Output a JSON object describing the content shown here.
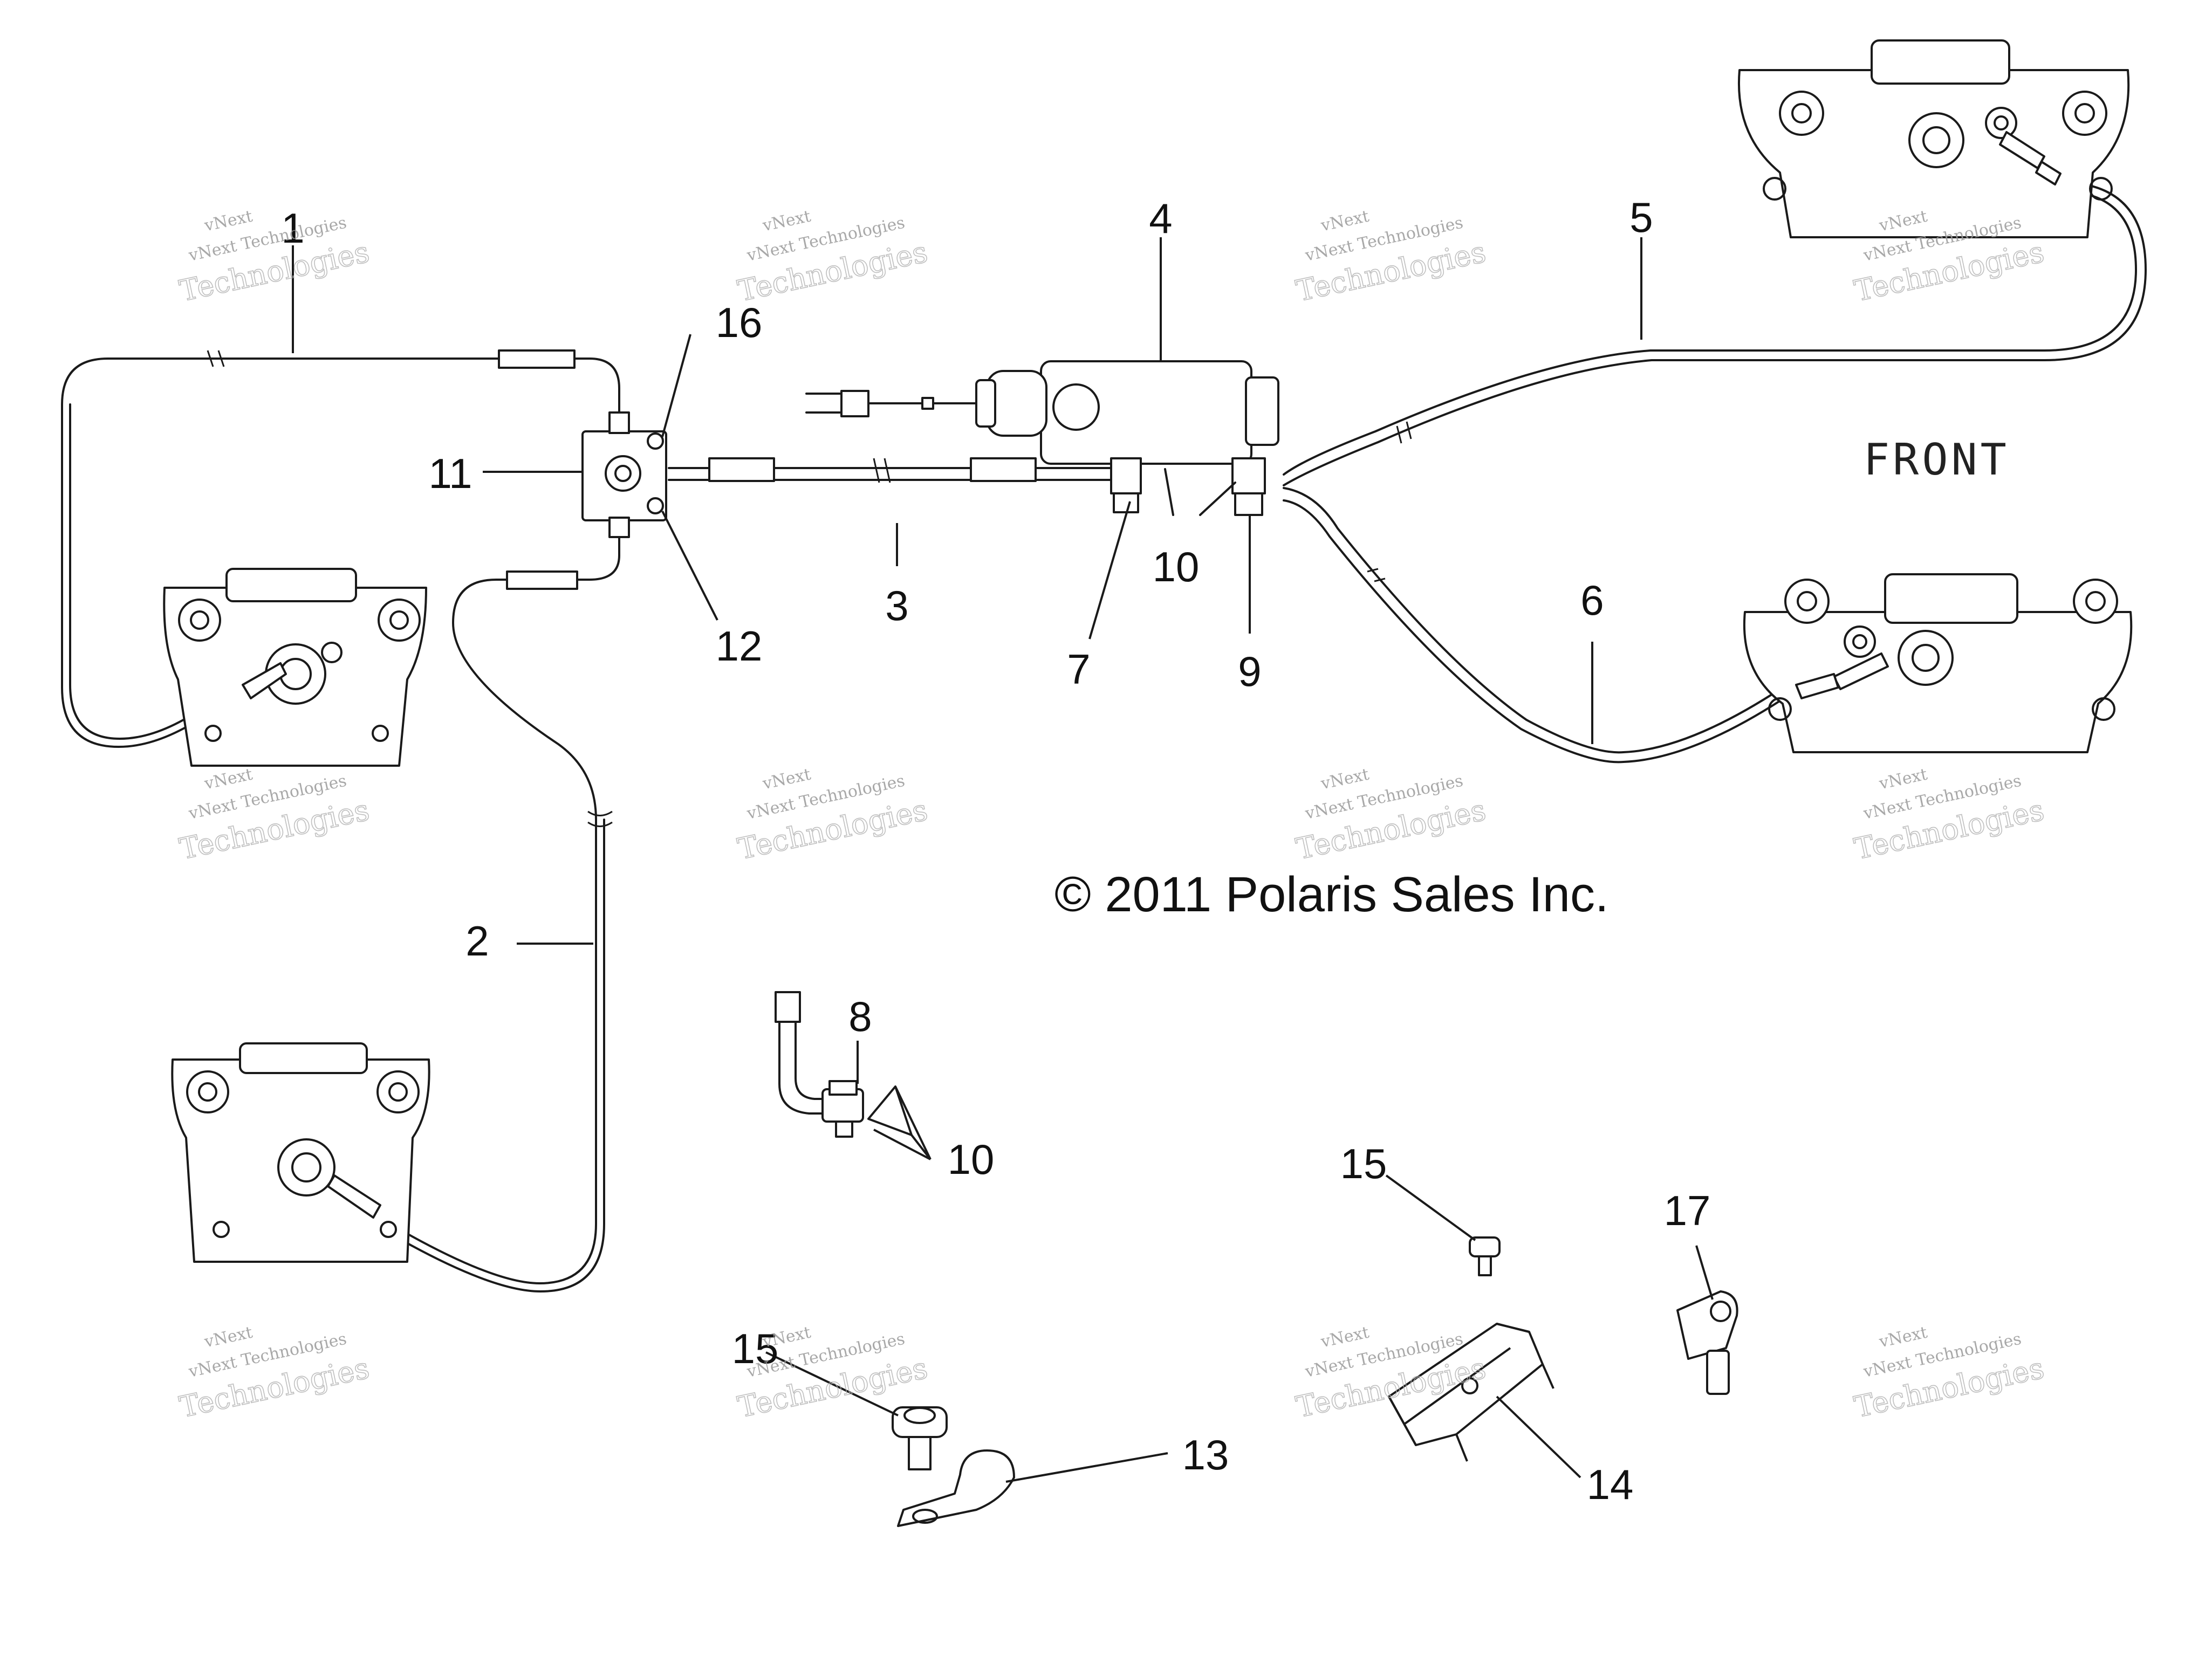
{
  "diagram": {
    "front_label": "FRONT",
    "copyright": "© 2011 Polaris Sales Inc.",
    "watermark": {
      "brand": "vNext",
      "line": "vNext Technologies",
      "big": "Technologies"
    },
    "callouts": {
      "c1": "1",
      "c2": "2",
      "c3": "3",
      "c4": "4",
      "c5": "5",
      "c6": "6",
      "c7": "7",
      "c8": "8",
      "c9": "9",
      "c10a": "10",
      "c10b": "10",
      "c11": "11",
      "c12": "12",
      "c13": "13",
      "c14": "14",
      "c15a": "15",
      "c15b": "15",
      "c16": "16",
      "c17": "17"
    }
  }
}
